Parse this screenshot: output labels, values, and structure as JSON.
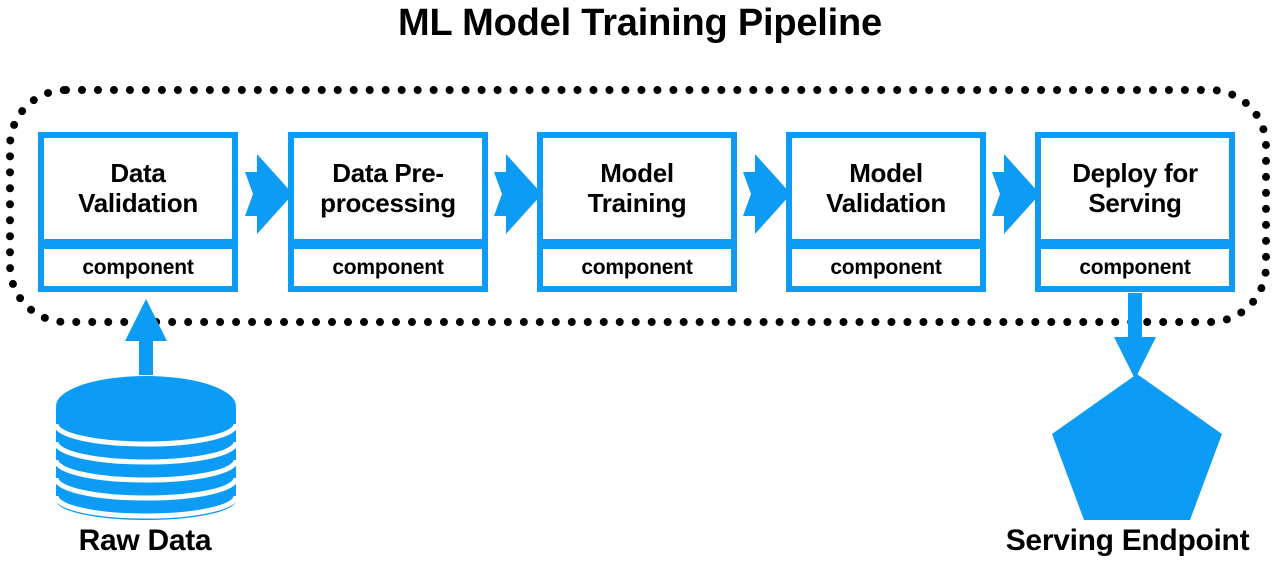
{
  "diagram": {
    "title": "ML Model Training Pipeline",
    "type": "flowchart",
    "colors": {
      "accent_blue": "#0c9cf5",
      "outline_black": "#000000",
      "box_fill": "#ffffff",
      "canvas": "#ffffff"
    },
    "container": {
      "name": "pipeline-boundary",
      "border_style": "dotted",
      "border_color": "#000000",
      "shape": "rounded-rectangle"
    },
    "steps": [
      {
        "title": "Data\nValidation",
        "subtitle": "component",
        "order": 1
      },
      {
        "title": "Data Pre-\nprocessing",
        "subtitle": "component",
        "order": 2
      },
      {
        "title": "Model\nTraining",
        "subtitle": "component",
        "order": 3
      },
      {
        "title": "Model\nValidation",
        "subtitle": "component",
        "order": 4
      },
      {
        "title": "Deploy for\nServing",
        "subtitle": "component",
        "order": 5
      }
    ],
    "connectors": [
      {
        "name": "arrow-step1-to-step2",
        "direction": "right",
        "icon": "right-arrow-icon"
      },
      {
        "name": "arrow-step2-to-step3",
        "direction": "right",
        "icon": "right-arrow-icon"
      },
      {
        "name": "arrow-step3-to-step4",
        "direction": "right",
        "icon": "right-arrow-icon"
      },
      {
        "name": "arrow-step4-to-step5",
        "direction": "right",
        "icon": "right-arrow-icon"
      },
      {
        "name": "arrow-raw-data-to-pipeline",
        "direction": "up",
        "icon": "up-arrow-icon"
      },
      {
        "name": "arrow-pipeline-to-serving-endpoint",
        "direction": "down",
        "icon": "down-arrow-icon"
      }
    ],
    "nodes": {
      "raw_data": {
        "label": "Raw Data",
        "icon": "database-cylinder-icon",
        "shape": "stacked-cylinder",
        "color": "#0c9cf5"
      },
      "serving_endpoint": {
        "label": "Serving Endpoint",
        "icon": "pentagon-icon",
        "shape": "pentagon",
        "color": "#0c9cf5"
      }
    }
  }
}
